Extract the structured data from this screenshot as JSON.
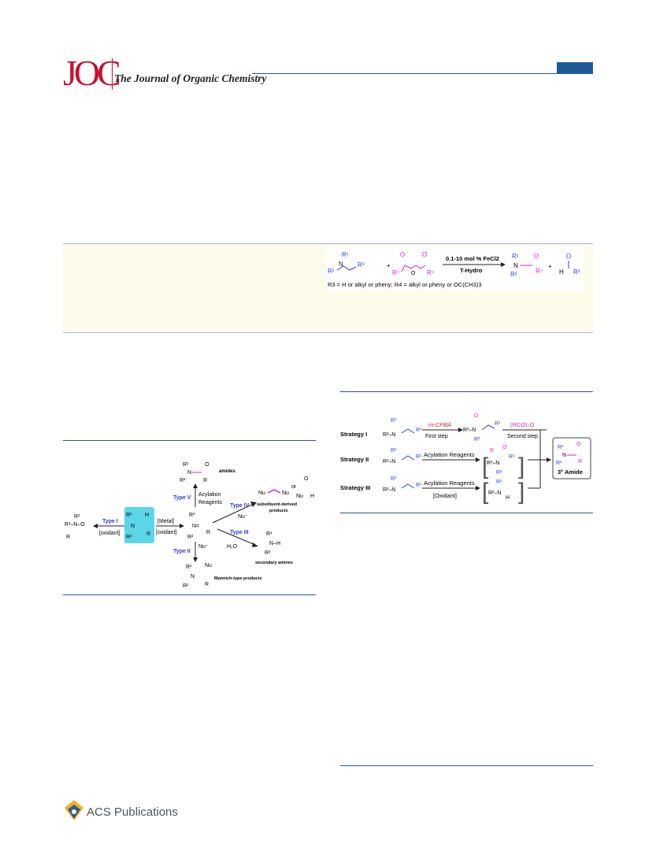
{
  "header": {
    "logo": "JOC",
    "journal_name": "The Journal of Organic Chemistry"
  },
  "toc_graphic": {
    "catalyst_line": "0.1-10 mol % FeCl2",
    "oxidant_line": "T-Hydro",
    "plus": "+",
    "footnote": "R3 = H or alkyl or pheny;  R4 = alkyl or pheny or OC(CH3)3"
  },
  "scheme1": {
    "type1_label": "Type I",
    "type1_cond": "[oxidant]",
    "metal_cond": "[Metal]",
    "metal_oxidant": "[oxidant]",
    "type5_label": "Type V",
    "acylation": "Acylation",
    "reagents": "Reagents",
    "amides_label": "amides",
    "type4_label": "Type IV",
    "nu_minus": "Nu⁻",
    "or": "or",
    "substituent_products_1": "substituent-derived",
    "substituent_products_2": "products",
    "type3_label": "Type III",
    "water": "H₂O",
    "secondary_amines": "secondary amines",
    "type2_label": "Type II",
    "mannich_products": "Mannich-type products"
  },
  "scheme2": {
    "strategy1": "Strategy I",
    "strategy2": "Strategy II",
    "strategy3": "Strategy III",
    "mcpba": "m-CPBA",
    "first_step": "First step",
    "anhydride": "(RCO)₂O",
    "second_step": "Second step",
    "acyl_reagents_2": "Acylation Reagents",
    "acyl_reagents_3": "Acylation Reagents",
    "oxidant": "[Oxidant]",
    "product": "3° Amide"
  },
  "footer": {
    "publisher": "ACS Publications"
  },
  "colors": {
    "journal_red": "#c8102e",
    "rule_blue": "#1f5a96",
    "abstract_bg": "#fdfbe9",
    "accent_blue": "#2e3dd6",
    "accent_magenta": "#e020c8",
    "accent_red": "#e02020",
    "highlight_cyan": "#5ad6e8"
  }
}
